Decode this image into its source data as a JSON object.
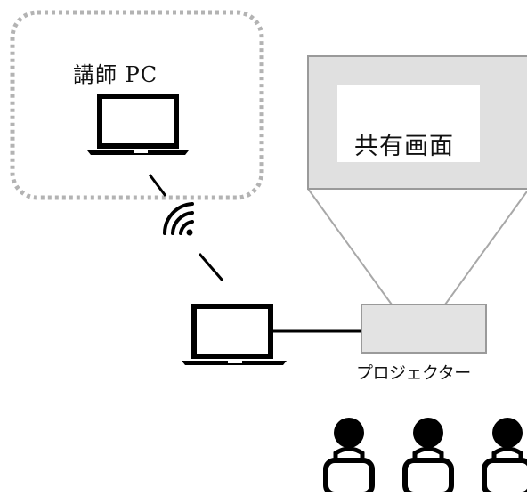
{
  "labels": {
    "instructor_pc": "講師 PC",
    "shared_screen": "共有画面",
    "projector": "プロジェクター"
  },
  "icons": {
    "instructor_laptop": "laptop-icon",
    "wifi": "wifi-icon",
    "local_laptop": "laptop-icon",
    "audience": "person-icon"
  },
  "colors": {
    "stroke": "#000000",
    "dashed_border": "#b3b3b3",
    "screen_fill": "#e0e0e0",
    "screen_border": "#9a9a9a",
    "projector_fill": "#e3e3e3"
  }
}
